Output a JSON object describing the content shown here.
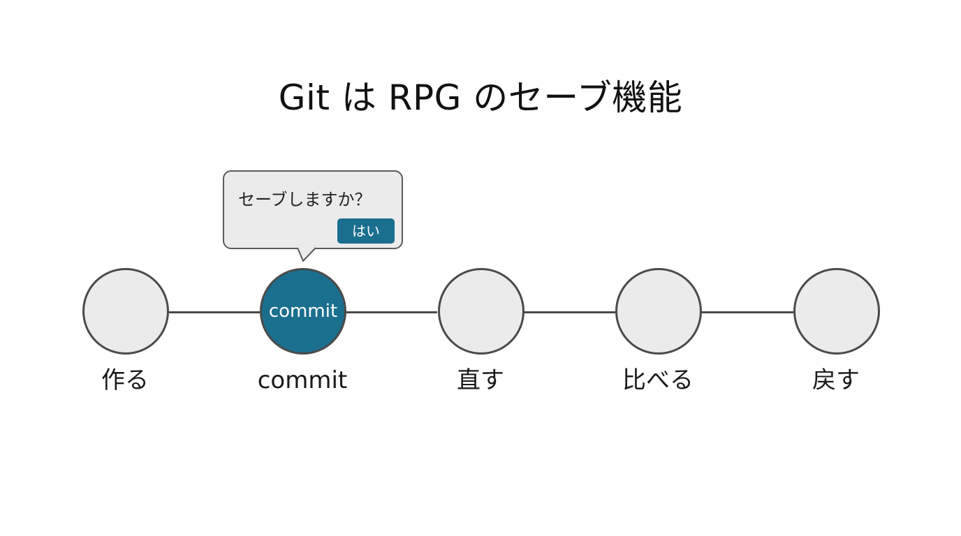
{
  "title": "Git は RPG のセーブ機能",
  "bubble": {
    "question": "セーブしますか？",
    "yes_label": "はい"
  },
  "nodes": [
    {
      "label": "作る",
      "inner_text": "",
      "active": false
    },
    {
      "label": "commit",
      "inner_text": "commit",
      "active": true
    },
    {
      "label": "直す",
      "inner_text": "",
      "active": false
    },
    {
      "label": "比べる",
      "inner_text": "",
      "active": false
    },
    {
      "label": "戻す",
      "inner_text": "",
      "active": false
    }
  ],
  "colors": {
    "accent": "#1b6f8e",
    "node_fill": "#ebebeb",
    "outline": "#4a4a4a",
    "background": "#ffffff"
  }
}
